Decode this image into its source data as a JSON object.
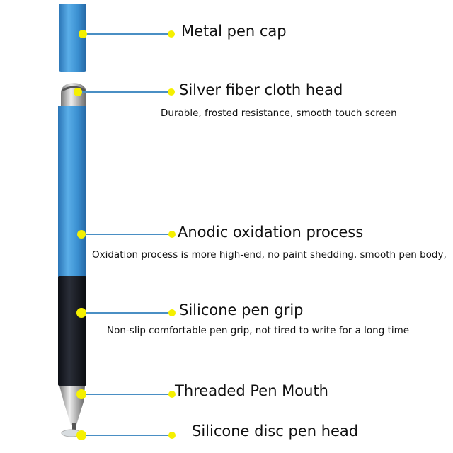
{
  "callouts": [
    {
      "title": "Metal pen cap",
      "desc": ""
    },
    {
      "title": "Silver fiber cloth head",
      "desc": "Durable, frosted resistance, smooth touch screen"
    },
    {
      "title": "Anodic oxidation process",
      "desc": "Oxidation process is more high-end, no paint shedding, smooth pen body,"
    },
    {
      "title": "Silicone pen grip",
      "desc": "Non-slip comfortable pen grip, not tired to write for a long time"
    },
    {
      "title": "Threaded Pen Mouth",
      "desc": ""
    },
    {
      "title": "Silicone disc pen head",
      "desc": ""
    }
  ],
  "colors": {
    "pen_blue": "#3a8fd0",
    "grip": "#151820",
    "dot": "#f5f000",
    "line": "#4a8fc4"
  }
}
